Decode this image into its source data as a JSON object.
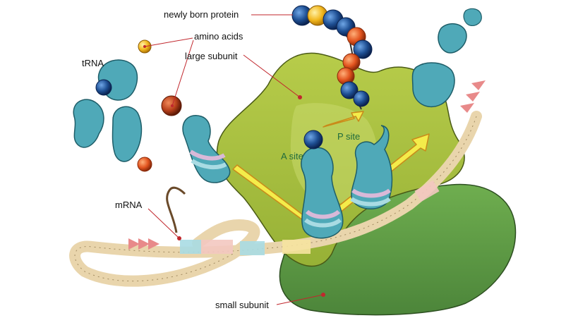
{
  "labels": {
    "newly_born_protein": "newly born protein",
    "amino_acids": "amino acids",
    "trna": "tRNA",
    "large_subunit": "large subunit",
    "a_site": "A site",
    "p_site": "P site",
    "mrna": "mRNA",
    "small_subunit": "small subunit"
  },
  "colors": {
    "large_subunit": "#a6bf3a",
    "small_subunit": "#5f9a45",
    "trna_body": "#4fa9b8",
    "trna_light": "#a9dbe3",
    "trna_pink": "#d9b9d8",
    "amino_blue": "#1e4f93",
    "amino_orange": "#e2541f",
    "amino_yellow": "#f2b81f",
    "mrna_strand": "#e9d5ac",
    "arrow_yellow": "#f4ec4a",
    "label_line": "#c1272d",
    "site_text": "#1f6b3c"
  },
  "icons": [
    "trna-molecule-icon",
    "amino-acid-bead-icon",
    "direction-arrow-icon"
  ]
}
